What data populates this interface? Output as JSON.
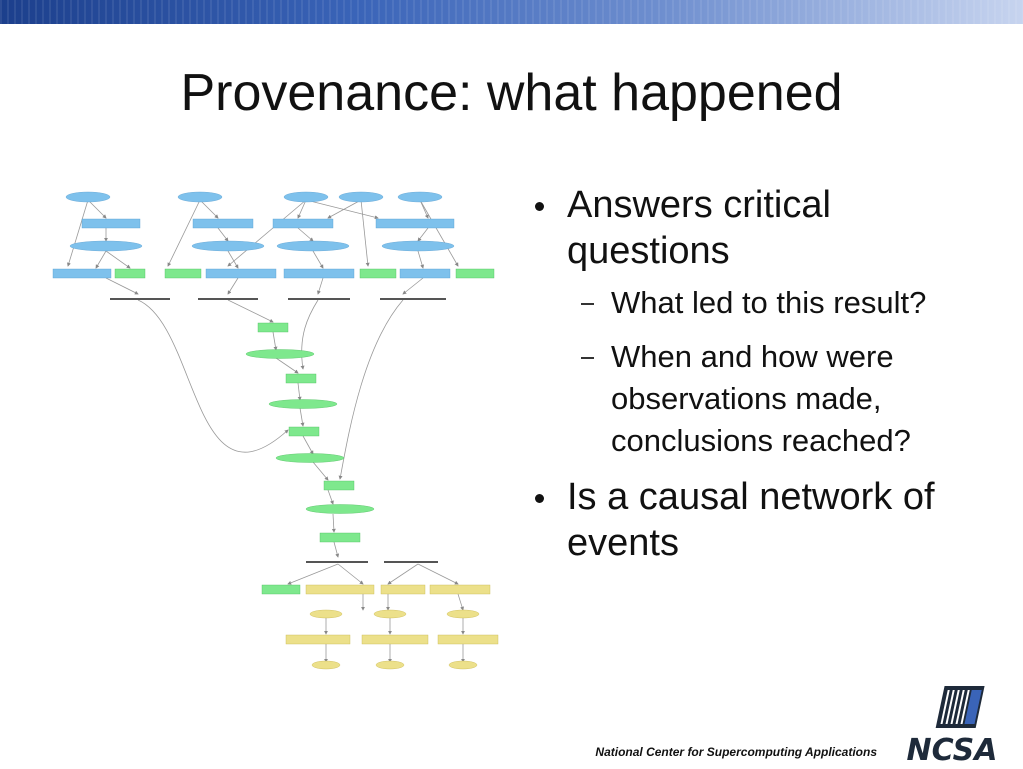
{
  "slide": {
    "title": "Provenance: what happened",
    "footer": "National Center for Supercomputing Applications",
    "logo_text": "NCSA"
  },
  "bullets": [
    {
      "text": "Answers critical questions",
      "sub": [
        "What led to this result?",
        "When and how were observations made, conclusions reached?"
      ]
    },
    {
      "text": "Is a causal network of events",
      "sub": []
    }
  ],
  "colors": {
    "node_blue": "#7ec1ec",
    "node_green": "#7ee88d",
    "node_yellow": "#ece08a",
    "edge": "#888888",
    "band_dark": "#1c3f8c",
    "logo_dark": "#1e2a3a"
  }
}
